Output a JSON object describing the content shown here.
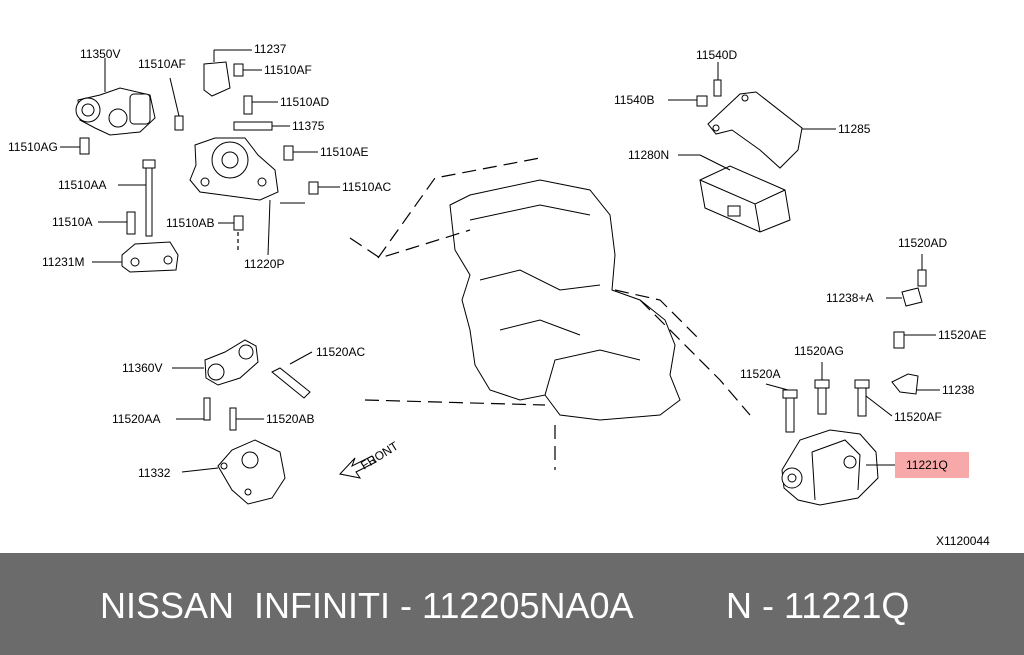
{
  "diagram": {
    "labels": {
      "l11350V": "11350V",
      "l11510AF_a": "11510AF",
      "l11237": "11237",
      "l11510AF_b": "11510AF",
      "l11510AD": "11510AD",
      "l11375": "11375",
      "l11510AG": "11510AG",
      "l11510AE": "11510AE",
      "l11510AA": "11510AA",
      "l11510AC": "11510AC",
      "l11510A": "11510A",
      "l11510AB": "11510AB",
      "l11231M": "11231M",
      "l11220P": "11220P",
      "l11540D": "11540D",
      "l11540B": "11540B",
      "l11285": "11285",
      "l11280N": "11280N",
      "l11520AD": "11520AD",
      "l11238A": "11238+A",
      "l11520AE": "11520AE",
      "l11520AG": "11520AG",
      "l11520A": "11520A",
      "l11238": "11238",
      "l11520AF": "11520AF",
      "l11221Q": "11221Q",
      "l11360V": "11360V",
      "l11520AC": "11520AC",
      "l11520AA": "11520AA",
      "l11520AB": "11520AB",
      "l11332": "11332",
      "front": "FRONT",
      "figure_code": "X1120044"
    },
    "highlight_color": "#f7a9a9"
  },
  "footer": {
    "brand": "NISSAN  INFINITI - 112205NA0A",
    "code": "N - 11221Q",
    "background": "#6b6b6b",
    "text_color": "#ffffff"
  }
}
